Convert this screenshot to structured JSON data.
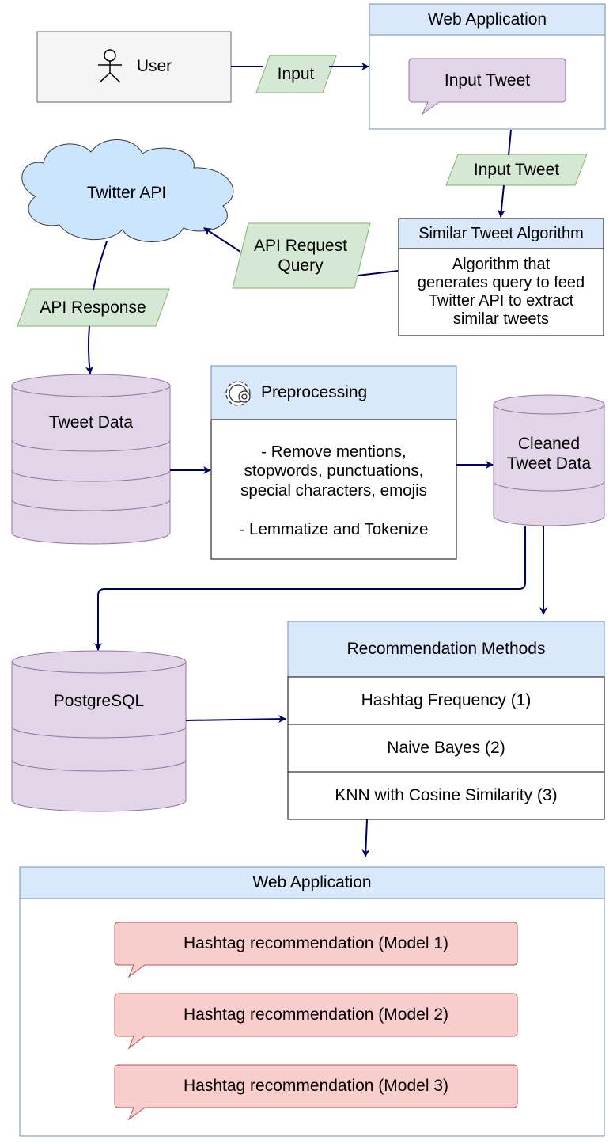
{
  "user": {
    "label": "User"
  },
  "flows": {
    "input": "Input",
    "input_tweet": "Input Tweet",
    "api_request": "API Request\nQuery",
    "api_response": "API Response"
  },
  "web_app_top": {
    "title": "Web Application",
    "bubble": "Input Tweet"
  },
  "twitter_api": {
    "label": "Twitter API"
  },
  "similar_tweet": {
    "title": "Similar Tweet Algorithm",
    "body": "Algorithm that\ngenerates query to feed\nTwitter API to extract\nsimilar tweets"
  },
  "tweet_data": {
    "label": "Tweet Data"
  },
  "preprocessing": {
    "title": "Preprocessing",
    "body": "- Remove mentions,\nstopwords, punctuations,\nspecial characters, emojis\n\n- Lemmatize and Tokenize"
  },
  "cleaned_data": {
    "label": "Cleaned\nTweet Data"
  },
  "postgres": {
    "label": "PostgreSQL"
  },
  "recommendation": {
    "title": "Recommendation Methods",
    "methods": [
      "Hashtag Frequency (1)",
      "Naive Bayes (2)",
      "KNN with Cosine Similarity (3)"
    ]
  },
  "web_app_bottom": {
    "title": "Web Application",
    "bubbles": [
      "Hashtag recommendation (Model 1)",
      "Hashtag recommendation (Model 2)",
      "Hashtag recommendation (Model 3)"
    ]
  },
  "colors": {
    "blue_header": "#dae8fc",
    "purple": "#e1d5e7",
    "green": "#d5e8d4",
    "red": "#f8cecc",
    "gray": "#f5f5f5",
    "arrow": "#000066"
  }
}
